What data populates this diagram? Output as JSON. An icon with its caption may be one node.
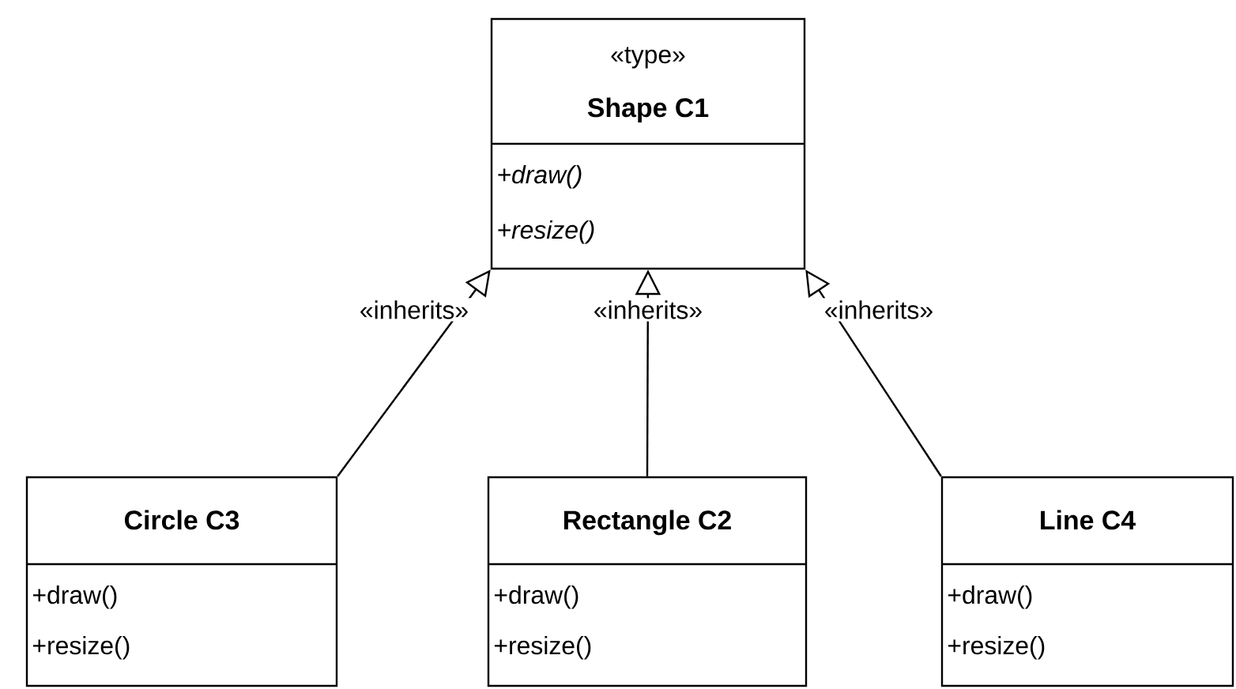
{
  "diagram": {
    "nodes": [
      {
        "text": [
          "«type»",
          "Shape C1",
          "+draw()",
          "+resize()"
        ]
      },
      {
        "text": [
          "Circle C3",
          "+draw()",
          "+resize()"
        ]
      },
      {
        "text": [
          "Rectangle C2",
          "+draw()",
          "+resize()"
        ]
      },
      {
        "text": [
          "Line C4",
          "+draw()",
          "+resize()"
        ]
      }
    ],
    "edges": [
      {
        "from": 1,
        "to": 0,
        "arrow": "to",
        "label": "«inherits»"
      },
      {
        "from": 2,
        "to": 0,
        "arrow": "to",
        "label": "«inherits»"
      },
      {
        "from": 3,
        "to": 0,
        "arrow": "to",
        "label": "«inherits»"
      }
    ]
  }
}
